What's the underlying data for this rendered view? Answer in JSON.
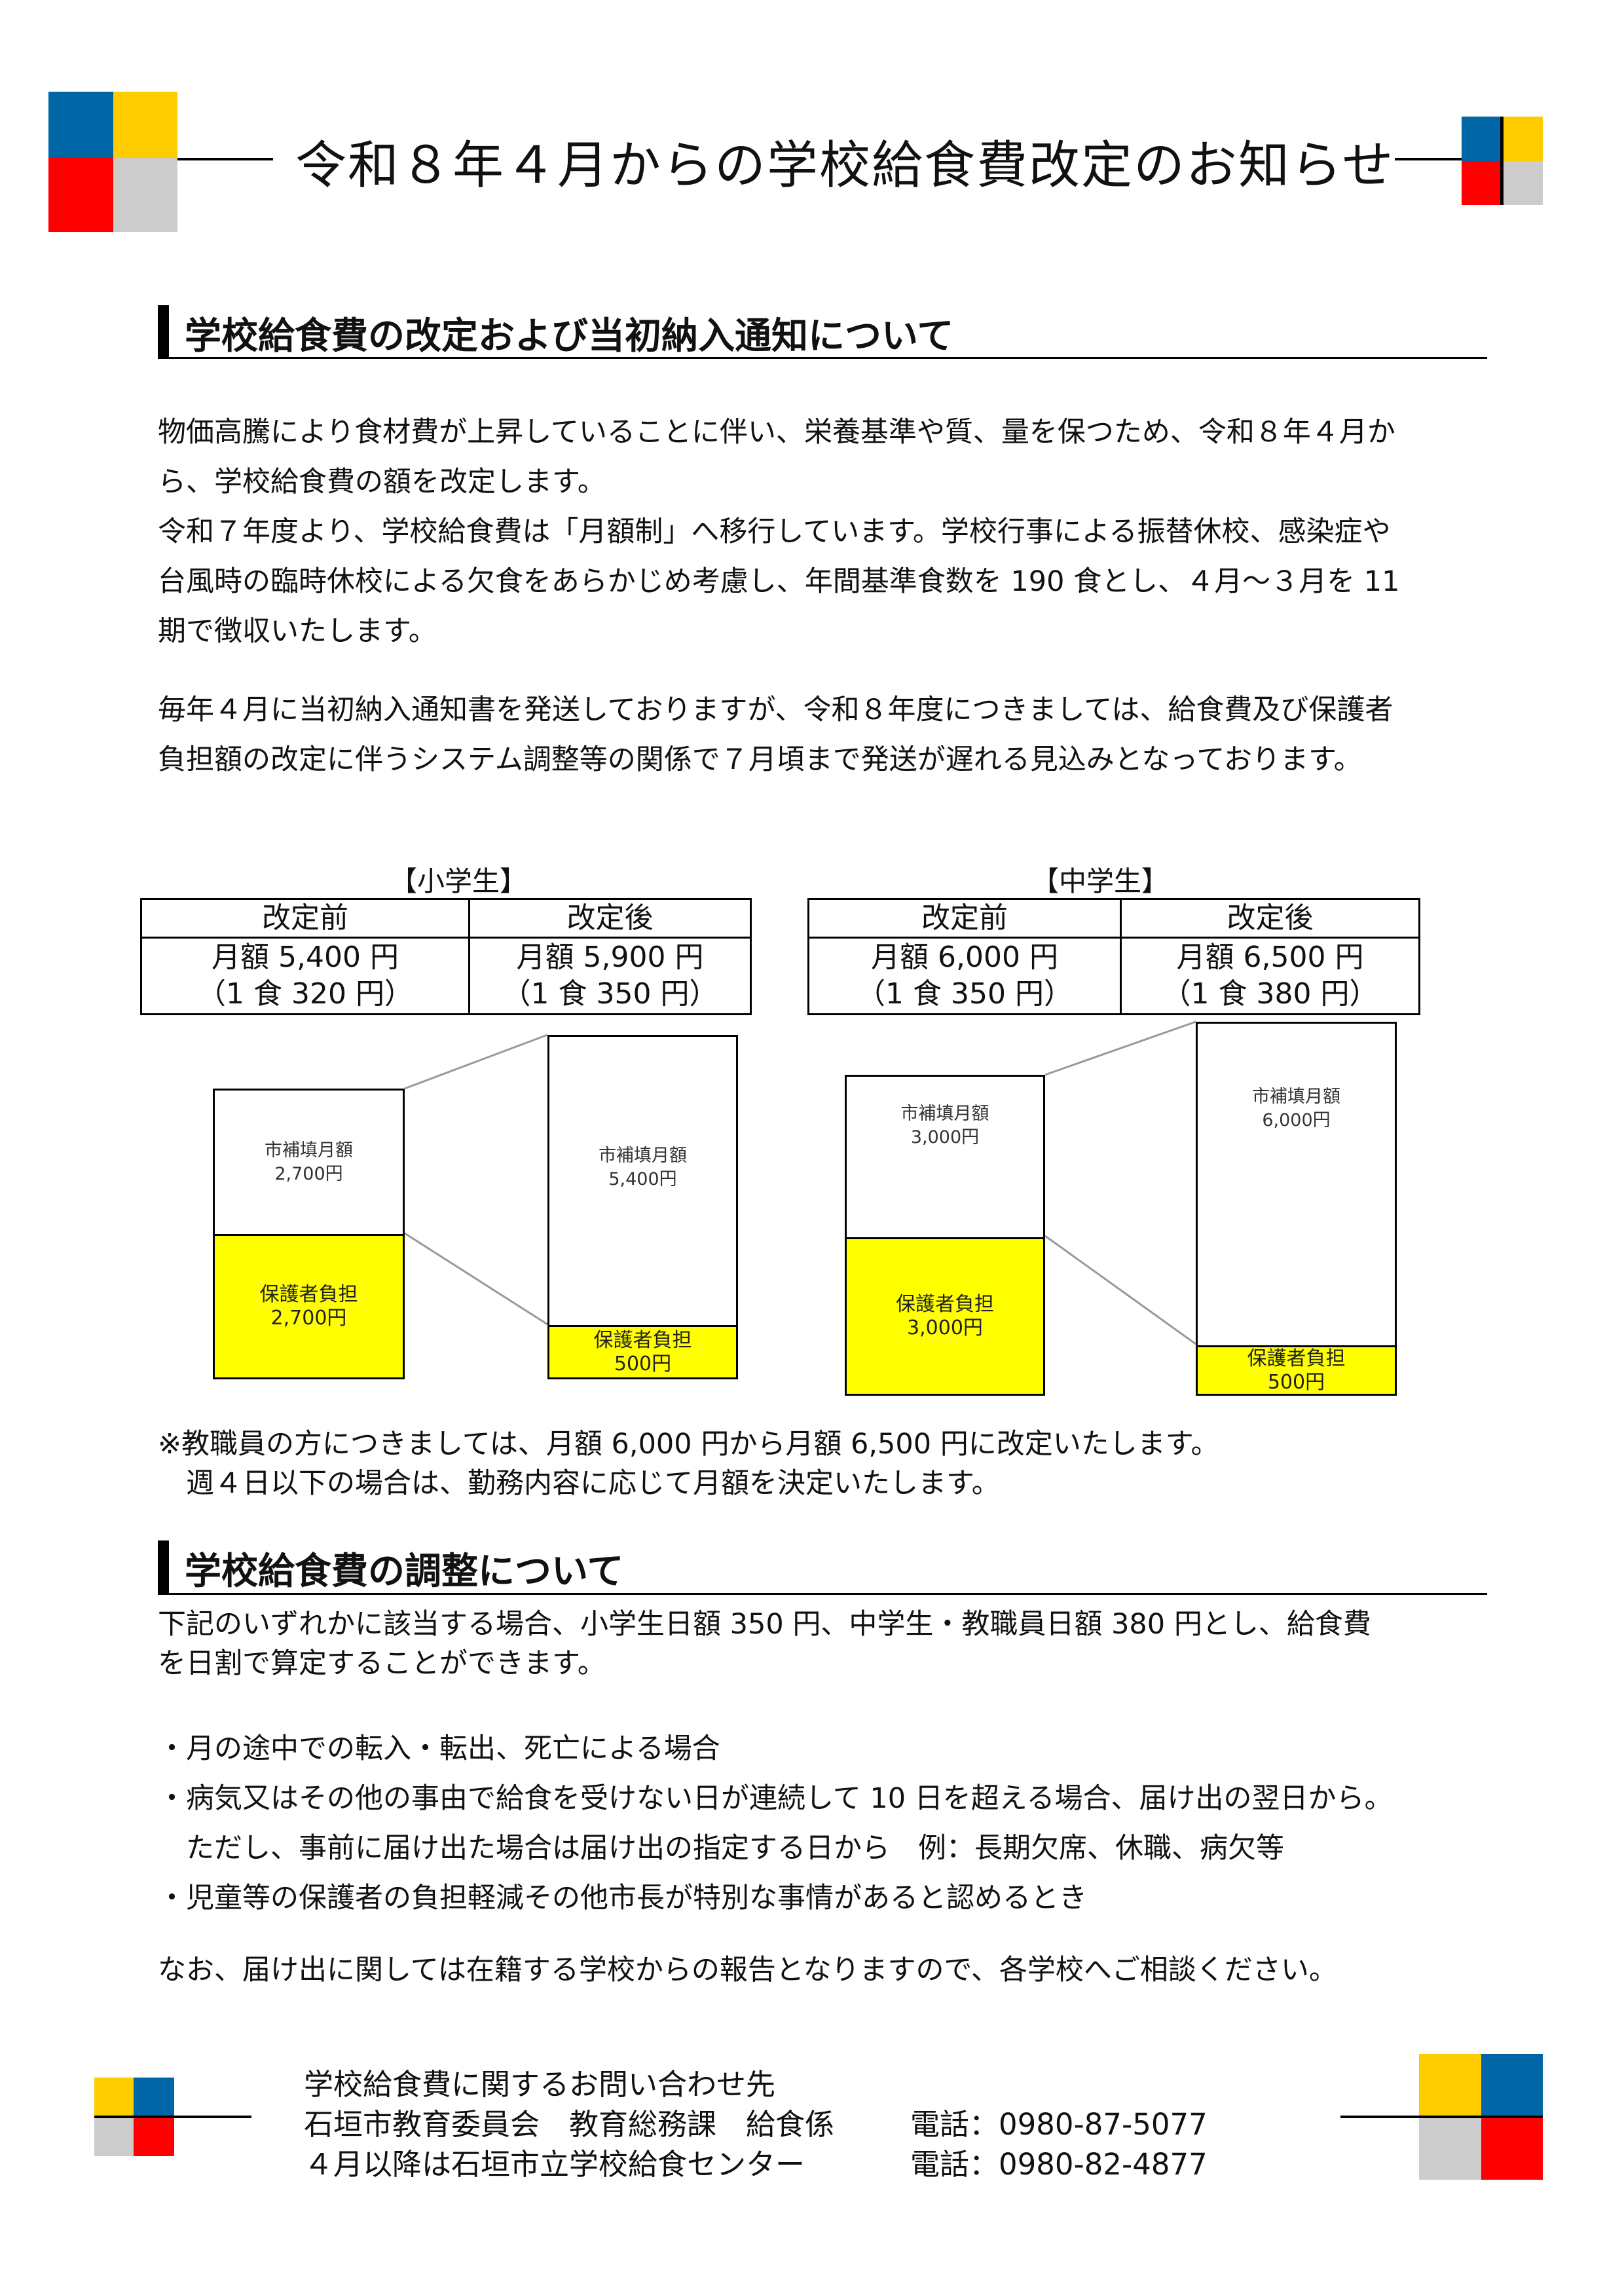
{
  "title": "令和８年４月からの学校給食費改定のお知らせ",
  "colors": {
    "blue": "#0066a6",
    "yellow": "#ffcc00",
    "red": "#ff0000",
    "gray": "#cccccc",
    "highlight": "#ffff00"
  },
  "section1": {
    "heading": "学校給食費の改定および当初納入通知について",
    "lines": [
      "物価高騰により食材費が上昇していることに伴い、栄養基準や質、量を保つため、令和８年４月か",
      "ら、学校給食費の額を改定します。",
      "令和７年度より、学校給食費は「月額制」へ移行しています。学校行事による振替休校、感染症や",
      "台風時の臨時休校による欠食をあらかじめ考慮し、年間基準食数を 190 食とし、４月～３月を 11",
      "期で徴収いたします。"
    ],
    "lines2": [
      "毎年４月に当初納入通知書を発送しておりますが、令和８年度につきましては、給食費及び保護者",
      "負担額の改定に伴うシステム調整等の関係で７月頃まで発送が遅れる見込みとなっております。"
    ]
  },
  "elementary": {
    "label": "【小学生】",
    "before_header": "改定前",
    "after_header": "改定後",
    "before_monthly": "月額 5,400 円",
    "before_meal": "（1 食 320 円）",
    "after_monthly": "月額 5,900 円",
    "after_meal": "（1 食 350 円）",
    "before_subsidy_label": "市補填月額",
    "before_subsidy": "2,700円",
    "before_parent_label": "保護者負担",
    "before_parent": "2,700円",
    "after_subsidy_label": "市補填月額",
    "after_subsidy": "5,400円",
    "after_parent_label": "保護者負担",
    "after_parent": "500円"
  },
  "middle": {
    "label": "【中学生】",
    "before_header": "改定前",
    "after_header": "改定後",
    "before_monthly": "月額 6,000 円",
    "before_meal": "（1 食 350 円）",
    "after_monthly": "月額 6,500 円",
    "after_meal": "（1 食 380 円）",
    "before_subsidy_label": "市補填月額",
    "before_subsidy": "3,000円",
    "before_parent_label": "保護者負担",
    "before_parent": "3,000円",
    "after_subsidy_label": "市補填月額",
    "after_subsidy": "6,000円",
    "after_parent_label": "保護者負担",
    "after_parent": "500円"
  },
  "notes": [
    "※教職員の方につきましては、月額 6,000 円から月額 6,500 円に改定いたします。",
    "　週４日以下の場合は、勤務内容に応じて月額を決定いたします。"
  ],
  "section2": {
    "heading": "学校給食費の調整について",
    "intro": [
      "下記のいずれかに該当する場合、小学生日額 350 円、中学生・教職員日額 380 円とし、給食費",
      "を日割で算定することができます。"
    ],
    "bullets": [
      "・月の途中での転入・転出、死亡による場合",
      "・病気又はその他の事由で給食を受けない日が連続して 10 日を超える場合、届け出の翌日から。",
      "　ただし、事前に届け出た場合は届け出の指定する日から　例：長期欠席、休職、病欠等",
      "・児童等の保護者の負担軽減その他市長が特別な事情があると認めるとき"
    ],
    "closing": "なお、届け出に関しては在籍する学校からの報告となりますので、各学校へご相談ください。"
  },
  "footer": {
    "contact_heading": "学校給食費に関するお問い合わせ先",
    "office1": "石垣市教育委員会　教育総務課　給食係",
    "office2": "４月以降は石垣市立学校給食センター",
    "phone1": "電話：0980-87-5077",
    "phone2": "電話：0980-82-4877"
  }
}
